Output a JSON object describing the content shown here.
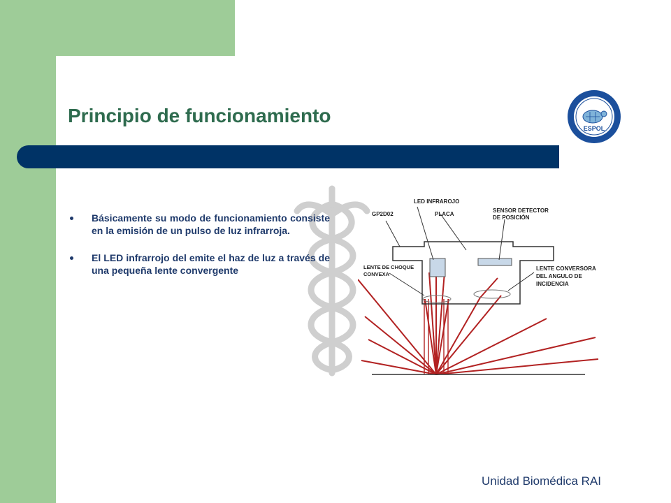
{
  "slide": {
    "title": "Principio de funcionamiento",
    "bullets": [
      "Básicamente su modo de funcionamiento consiste en la emisión de un pulso de luz infrarroja.",
      "El LED infrarrojo del emite el haz de luz a través de una pequeña lente convergente"
    ],
    "footer": "Unidad Biomédica RAI"
  },
  "logo": {
    "label": "ESPOL"
  },
  "diagram": {
    "labels": {
      "gp2d02": "GP2D02",
      "led": "LED INFRAROJO",
      "placa": "PLACA",
      "sensor_1": "SENSOR DETECTOR",
      "sensor_2": "DE POSICIÓN",
      "lente_choque_1": "LENTE DE CHOQUE",
      "lente_choque_2": "CONVEXA",
      "lente_conv_1": "LENTE CONVERSORA",
      "lente_conv_2": "DEL ANGULO DE",
      "lente_conv_3": "INCIDENCIA"
    }
  },
  "colors": {
    "green": "#9ecc98",
    "band": "#003366",
    "title": "#2e6b4e",
    "text": "#1f3a6b",
    "ray": "#b22222"
  }
}
